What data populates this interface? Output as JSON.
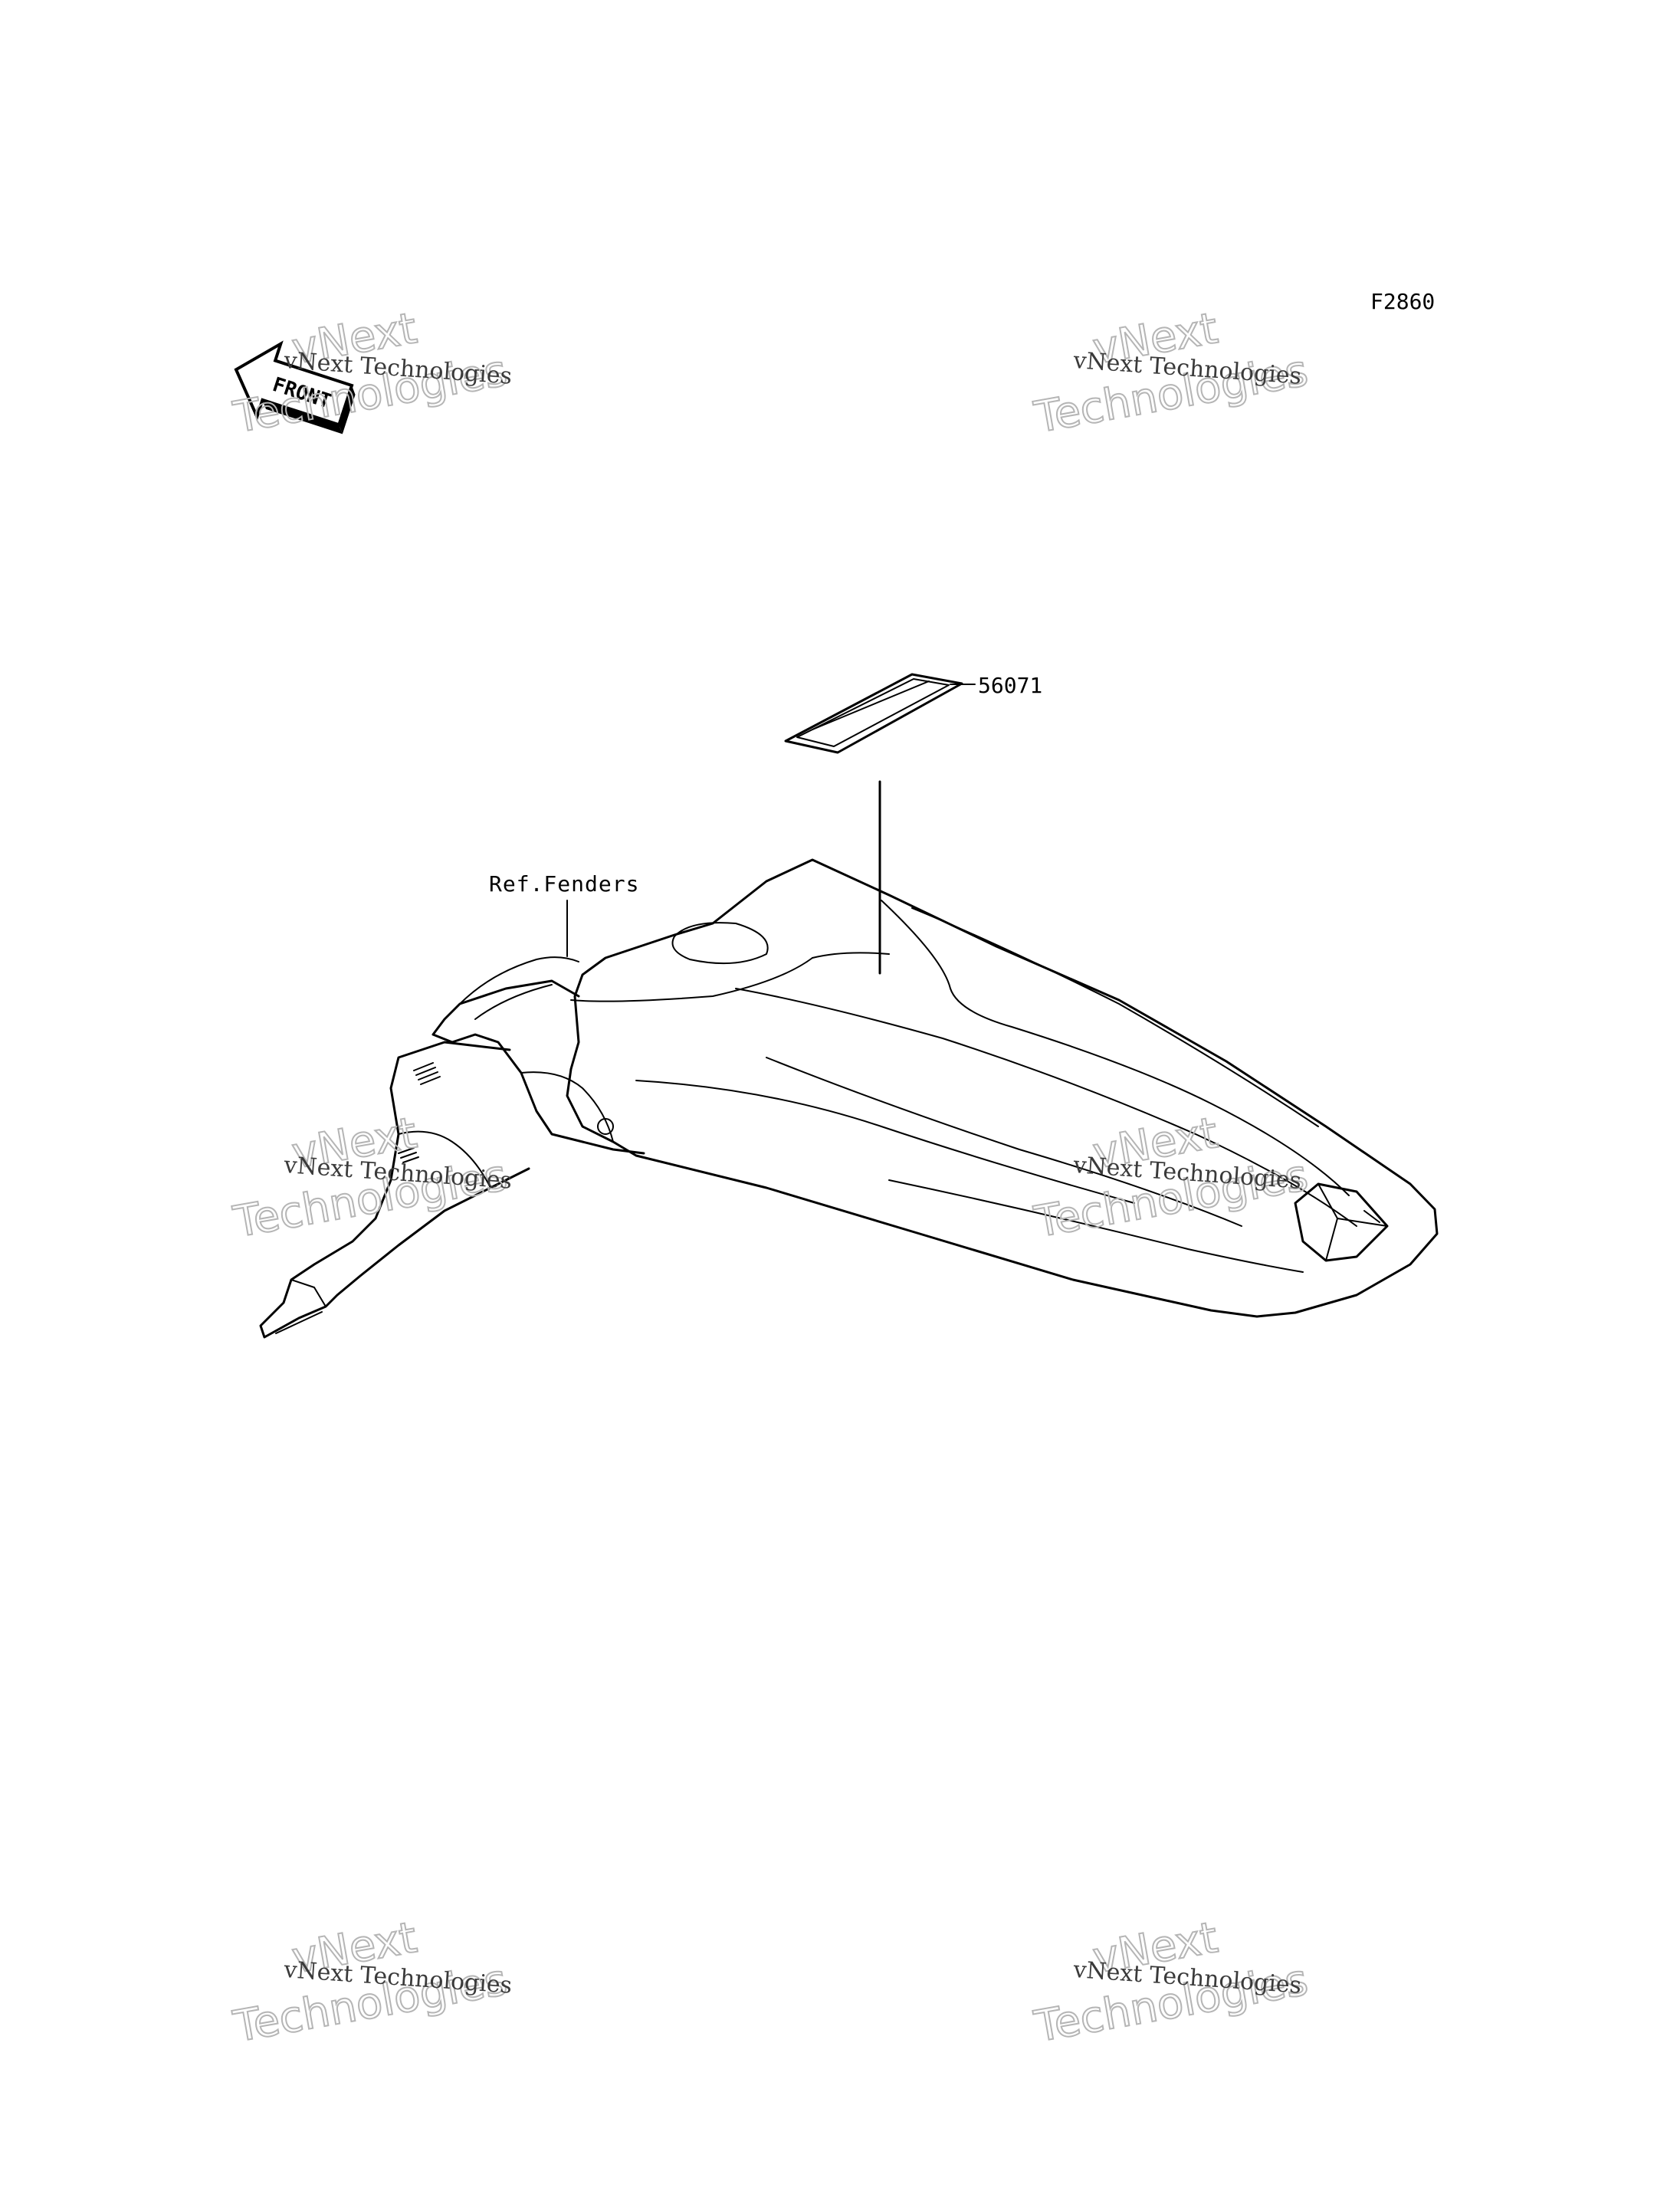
{
  "figure_code": "F2860",
  "front_arrow": {
    "label": "FRONT",
    "icon": "front-direction-arrow-icon"
  },
  "parts": [
    {
      "number": "56071",
      "description": ""
    }
  ],
  "reference_labels": [
    {
      "text": "Ref.Fenders"
    }
  ],
  "watermark": {
    "small_text": "vNext Technologies",
    "large_line1": "vNext",
    "large_line2": "Technologies"
  },
  "illustration": {
    "subject": "rear-fender-icon",
    "decal": "label-decal-icon"
  }
}
